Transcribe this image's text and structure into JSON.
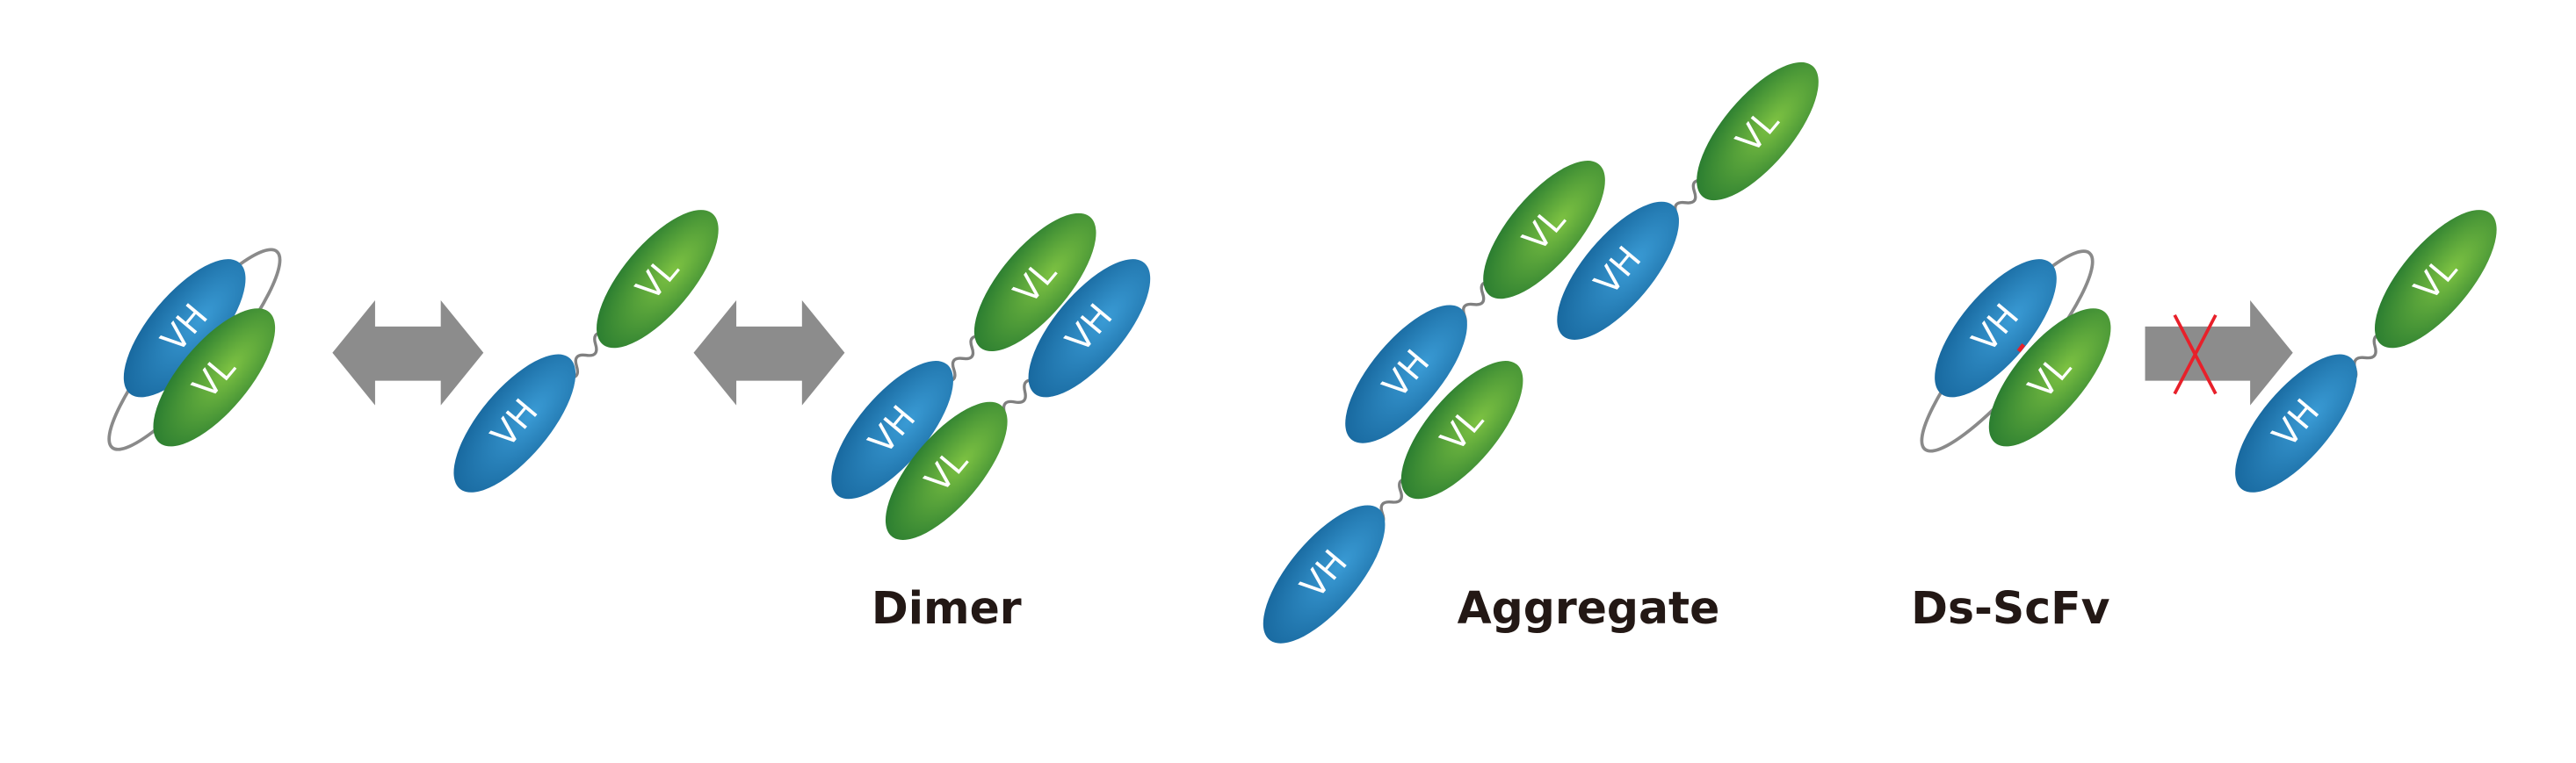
{
  "domains": {
    "vh": "VH",
    "vl": "VL"
  },
  "captions": {
    "dimer": "Dimer",
    "aggregate": "Aggregate",
    "ds_scfv": "Ds-ScFv"
  },
  "colors": {
    "vh_light": "#3a9bd5",
    "vh_dark": "#15649a",
    "vl_light": "#7dc242",
    "vl_dark": "#23772f",
    "arrow": "#8c8c8c",
    "linker": "#808080",
    "cross": "#e8202a",
    "caption": "#231815"
  }
}
